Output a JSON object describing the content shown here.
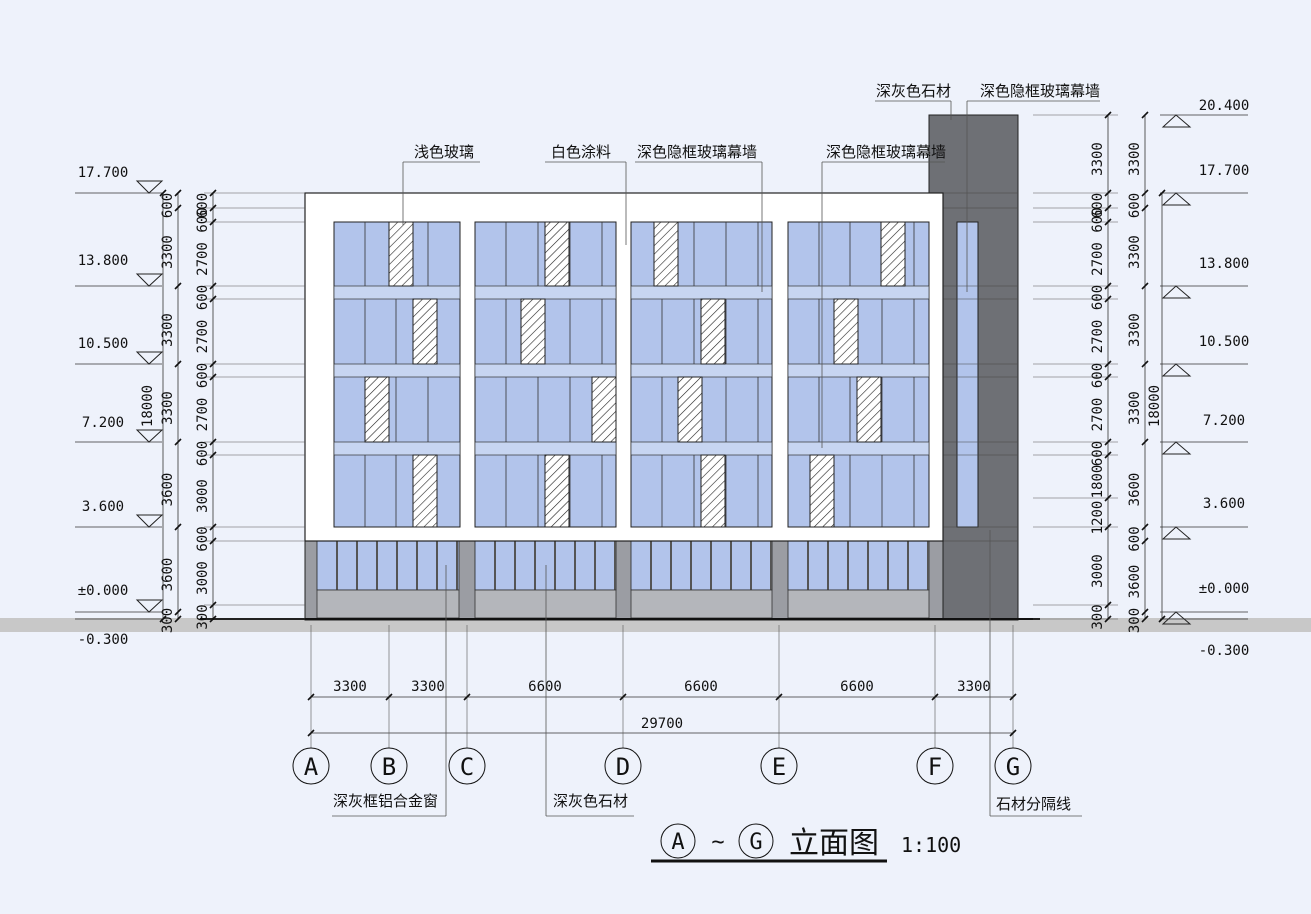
{
  "drawing_title": {
    "grid_from": "A",
    "tilde": "~",
    "grid_to": "G",
    "label": "立面图",
    "scale": "1:100"
  },
  "elevations_left": [
    "17.700",
    "13.800",
    "10.500",
    "7.200",
    "3.600",
    "±0.000",
    "-0.300"
  ],
  "elevations_right": [
    "20.400",
    "17.700",
    "13.800",
    "10.500",
    "7.200",
    "3.600",
    "±0.000",
    "-0.300"
  ],
  "left_inner_dims": [
    "600",
    "600",
    "2700",
    "600",
    "2700",
    "600",
    "2700",
    "600",
    "3000",
    "600",
    "3000",
    "300"
  ],
  "left_outer_dims": [
    "600",
    "3300",
    "3300",
    "3300",
    "3600",
    "3600",
    "300"
  ],
  "left_total": "18000",
  "right_inner_dims": [
    "3300",
    "600",
    "600",
    "2700",
    "600",
    "2700",
    "600",
    "2700",
    "600",
    "1800",
    "1200",
    "3000",
    "300"
  ],
  "right_outer_dims": [
    "3300",
    "600",
    "3300",
    "3300",
    "3300",
    "3600",
    "600",
    "3600",
    "300"
  ],
  "right_total": "18000",
  "horizontal_dims": [
    "3300",
    "3300",
    "6600",
    "6600",
    "6600",
    "3300"
  ],
  "horizontal_total": "29700",
  "grid_axes": [
    "A",
    "B",
    "C",
    "D",
    "E",
    "F",
    "G"
  ],
  "callouts": {
    "light_glass": "浅色玻璃",
    "white_paint": "白色涂料",
    "curtain_wall_1": "深色隐框玻璃幕墙",
    "curtain_wall_2": "深色隐框玻璃幕墙",
    "dark_stone_top": "深灰色石材",
    "curtain_wall_tower": "深色隐框玻璃幕墙",
    "window_frame": "深灰框铝合金窗",
    "dark_stone_bottom": "深灰色石材",
    "stone_divider": "石材分隔线"
  },
  "colors": {
    "background": "#eef2fb",
    "glass": "#b2c4eb",
    "glass_band": "#c7d5f1",
    "stone_dark": "#6e7075",
    "stone_base": "#9b9da3",
    "ground": "#c8c8c8",
    "white_frame": "#ffffff"
  }
}
